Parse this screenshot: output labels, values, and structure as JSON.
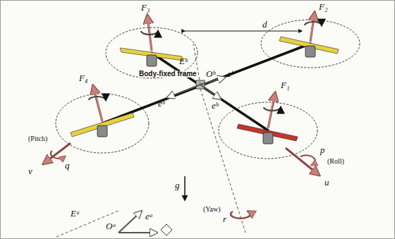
{
  "diagram": {
    "labels": [
      "F₃",
      "F₂",
      "d",
      "Eᵇ",
      "Body-fixed frame",
      "Oᵇ",
      "F₄",
      "F₁",
      "eᵇ",
      "eᵇ",
      "eᵇ",
      "(Pitch)",
      "q",
      "v",
      "g",
      "(Roll)",
      "p",
      "u",
      "(Yaw)",
      "r",
      "Eᵃ",
      "Oᵃ",
      "eᵃ"
    ]
  }
}
